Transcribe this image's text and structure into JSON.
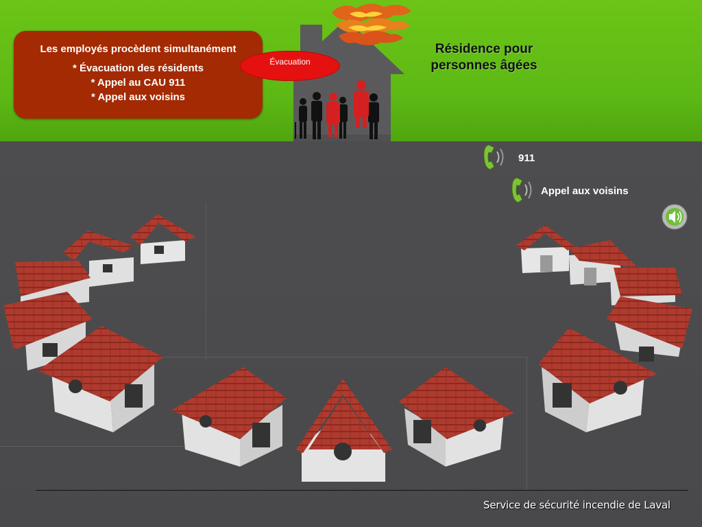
{
  "info_box": {
    "title": "Les employés procèdent simultanément",
    "lines": [
      "* Évacuation des résidents",
      "* Appel au CAU 911",
      "* Appel aux voisins"
    ]
  },
  "bubble": {
    "label": "Évacuation"
  },
  "residence": {
    "title_line1": "Résidence pour",
    "title_line2": "personnes âgées"
  },
  "calls": [
    {
      "label": "911",
      "icon": "phone-icon"
    },
    {
      "label": "Appel aux voisins",
      "icon": "phone-icon"
    }
  ],
  "audio": {
    "icon": "speaker-icon"
  },
  "footer": {
    "text": "Service de sécurité incendie de Laval"
  },
  "colors": {
    "green": "#5cb814",
    "ground": "#4a4a4c",
    "box": "#a32a03",
    "bubble": "#e51010",
    "roof": "#b03a2e",
    "phone": "#7ec23a"
  }
}
